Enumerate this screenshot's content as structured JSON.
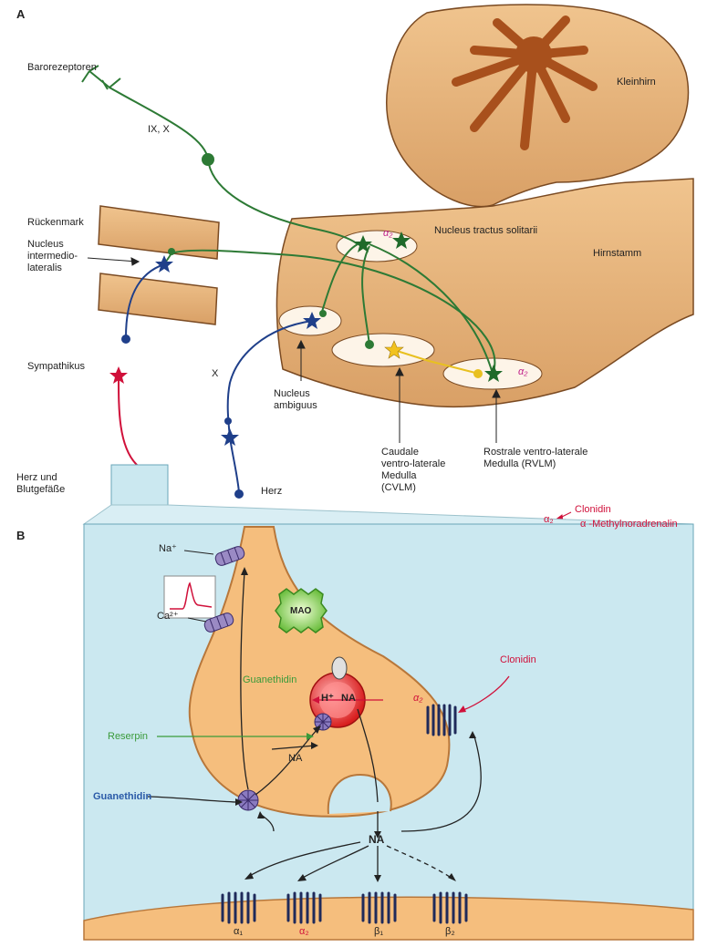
{
  "panels": {
    "a": "A",
    "b": "B"
  },
  "panel_a": {
    "barorezeptoren": "Barorezeptoren",
    "nerve_ix_x": "IX, X",
    "kleinhirn": "Kleinhirn",
    "rueckenmark": "Rückenmark",
    "nucleus_intermedio": "Nucleus\nintermedio-\nlateralis",
    "nucleus_tractus": "Nucleus tractus solitarii",
    "hirnstamm": "Hirnstamm",
    "alpha2_nts": "α₂",
    "alpha2_rvlm": "α₂",
    "sympathikus": "Sympathikus",
    "x_label": "X",
    "nucleus_ambiguus": "Nucleus\nambiguus",
    "cvlm": "Caudale\nventro-laterale\nMedulla\n(CVLM)",
    "rvlm": "Rostrale ventro-laterale\nMedulla (RVLM)",
    "herz_und_blutgefaesse": "Herz und\nBlutgefäße",
    "herz": "Herz",
    "clonidin": "Clonidin",
    "alpha2_drug": "α₂",
    "methylnoradrenalin": "α -Methylnoradrenalin"
  },
  "panel_b": {
    "na_plus": "Na⁺",
    "ca_2plus": "Ca²⁺",
    "mao": "MAO",
    "guanethidin_top": "Guanethidin",
    "h_plus": "H⁺",
    "na_vesicle": "NA",
    "reserpin": "Reserpin",
    "na_transport": "NA",
    "clonidin": "Clonidin",
    "alpha2_presynaptic": "α₂",
    "guanethidin_left": "Guanethidin",
    "na_synapse": "NA",
    "receptors": [
      "α₁",
      "α₂",
      "β₁",
      "β₂"
    ]
  },
  "colors": {
    "tissue": "#e9b57a",
    "tissue_dark": "#b8773a",
    "cerebellum_core": "#a8501c",
    "nerve_green": "#2d7a35",
    "nerve_blue": "#1f3f8a",
    "nerve_red": "#d0103a",
    "bg_blue": "#cbe8f0",
    "terminal": "#f5be7d",
    "vesicle": "#e23a3a",
    "mao_green": "#7ac843"
  }
}
